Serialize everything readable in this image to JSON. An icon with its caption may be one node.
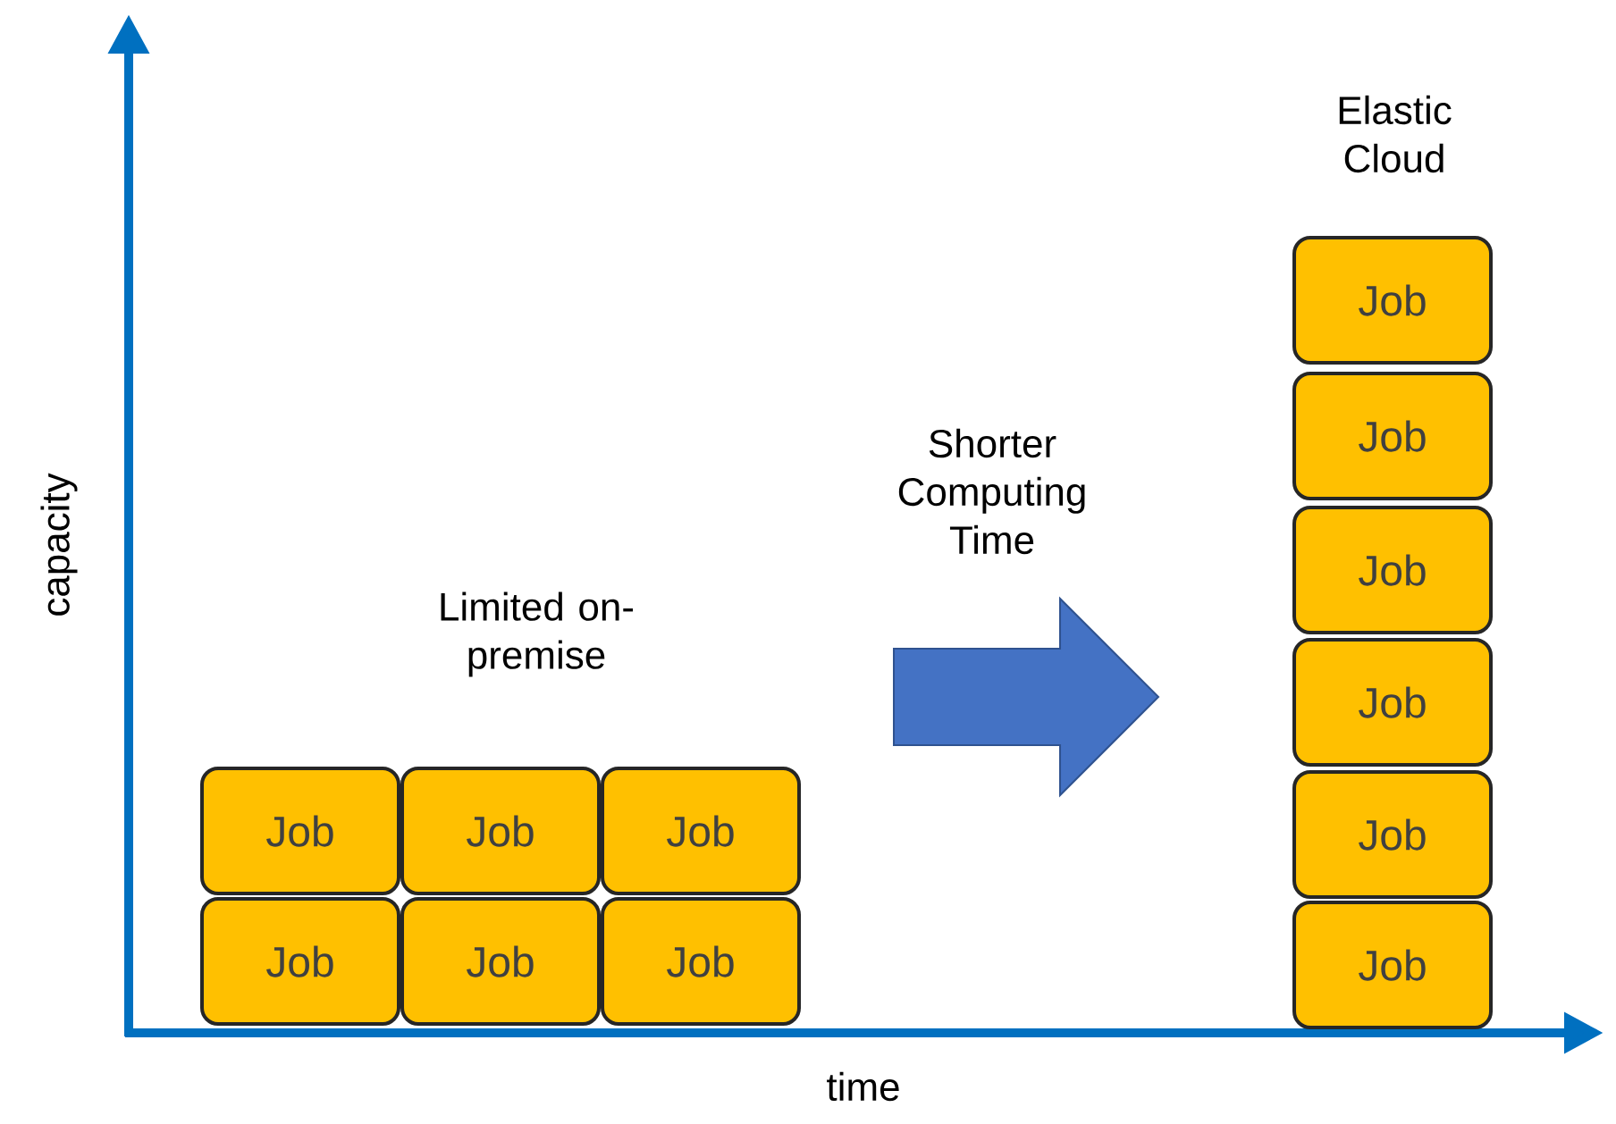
{
  "diagram": {
    "nodes": [
      {
        "text": [
          "Job"
        ]
      },
      {
        "text": [
          "Job"
        ]
      },
      {
        "text": [
          "Job"
        ]
      },
      {
        "text": [
          "Job"
        ]
      },
      {
        "text": [
          "Job"
        ]
      },
      {
        "text": [
          "Job"
        ]
      },
      {
        "text": [
          "Job"
        ]
      },
      {
        "text": [
          "Job"
        ]
      },
      {
        "text": [
          "Job"
        ]
      },
      {
        "text": [
          "Job"
        ]
      },
      {
        "text": [
          "Job"
        ]
      },
      {
        "text": [
          "Job"
        ]
      }
    ],
    "labels": [
      "Elastic Cloud",
      "Shorter Computing Time",
      "Limited on-premise",
      "capacity",
      "time"
    ]
  }
}
